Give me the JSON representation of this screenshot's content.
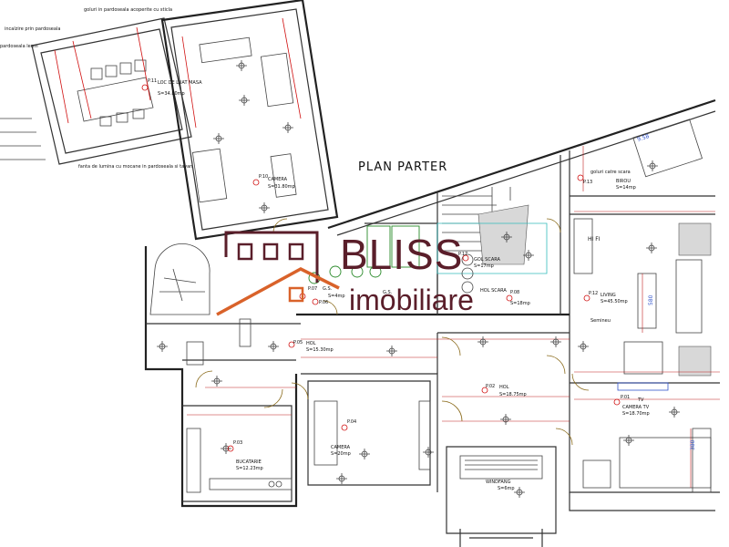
{
  "plan_title": "PLAN PARTER",
  "annotations": {
    "note1": "goluri in pardoseala\nacoperite cu sticla",
    "note2": "incalzire prin pardoseala",
    "note3": "pardoseala lemn",
    "note4": "fanta de lumina cu mocane\nin pardoseala si tavan",
    "note5": "goluri catre scara",
    "tv": "TV",
    "hifi": "HI FI",
    "semineu": "Semineu"
  },
  "rooms": [
    {
      "code": "P.11",
      "name": "LOC DE LUAT MASA",
      "area": "S=34.80mp"
    },
    {
      "code": "P.10",
      "name": "CAMERA",
      "area": "S=31.80mp"
    },
    {
      "code": "P.13",
      "name": "BIROU",
      "area": "S=14mp"
    },
    {
      "code": "P.17",
      "name": "GOL SCARA",
      "area": "S=17mp"
    },
    {
      "code": "P.08",
      "name": "HOL SCARA",
      "area": "S=18mp"
    },
    {
      "code": "P.07",
      "name": "G.S.",
      "area": "S=4mp"
    },
    {
      "code": "P.06",
      "name": "G.S.",
      "area": ""
    },
    {
      "code": "P.05",
      "name": "HOL",
      "area": "S=15.30mp"
    },
    {
      "code": "P.02",
      "name": "HOL",
      "area": "S=18.75mp"
    },
    {
      "code": "P.12",
      "name": "LIVING",
      "area": "S=45.50mp"
    },
    {
      "code": "P.04",
      "name": "CAMERA",
      "area": "S=20mp"
    },
    {
      "code": "P.03",
      "name": "BUCATARIE",
      "area": "S=12.23mp"
    },
    {
      "code": "P.01",
      "name": "CAMERA TV",
      "area": "S=18.70mp"
    },
    {
      "code": "",
      "name": "WINDFANG",
      "area": "S=6mp"
    }
  ],
  "dimensions": {
    "d1": "580",
    "d2": "380",
    "d3": "9.58"
  },
  "logo": {
    "word1": "BLISS",
    "word2": "imobiliare"
  },
  "colors": {
    "logo_dark": "#5a1e2a",
    "logo_orange": "#d9622a",
    "wall": "#333333",
    "label_red": "#d01010"
  }
}
